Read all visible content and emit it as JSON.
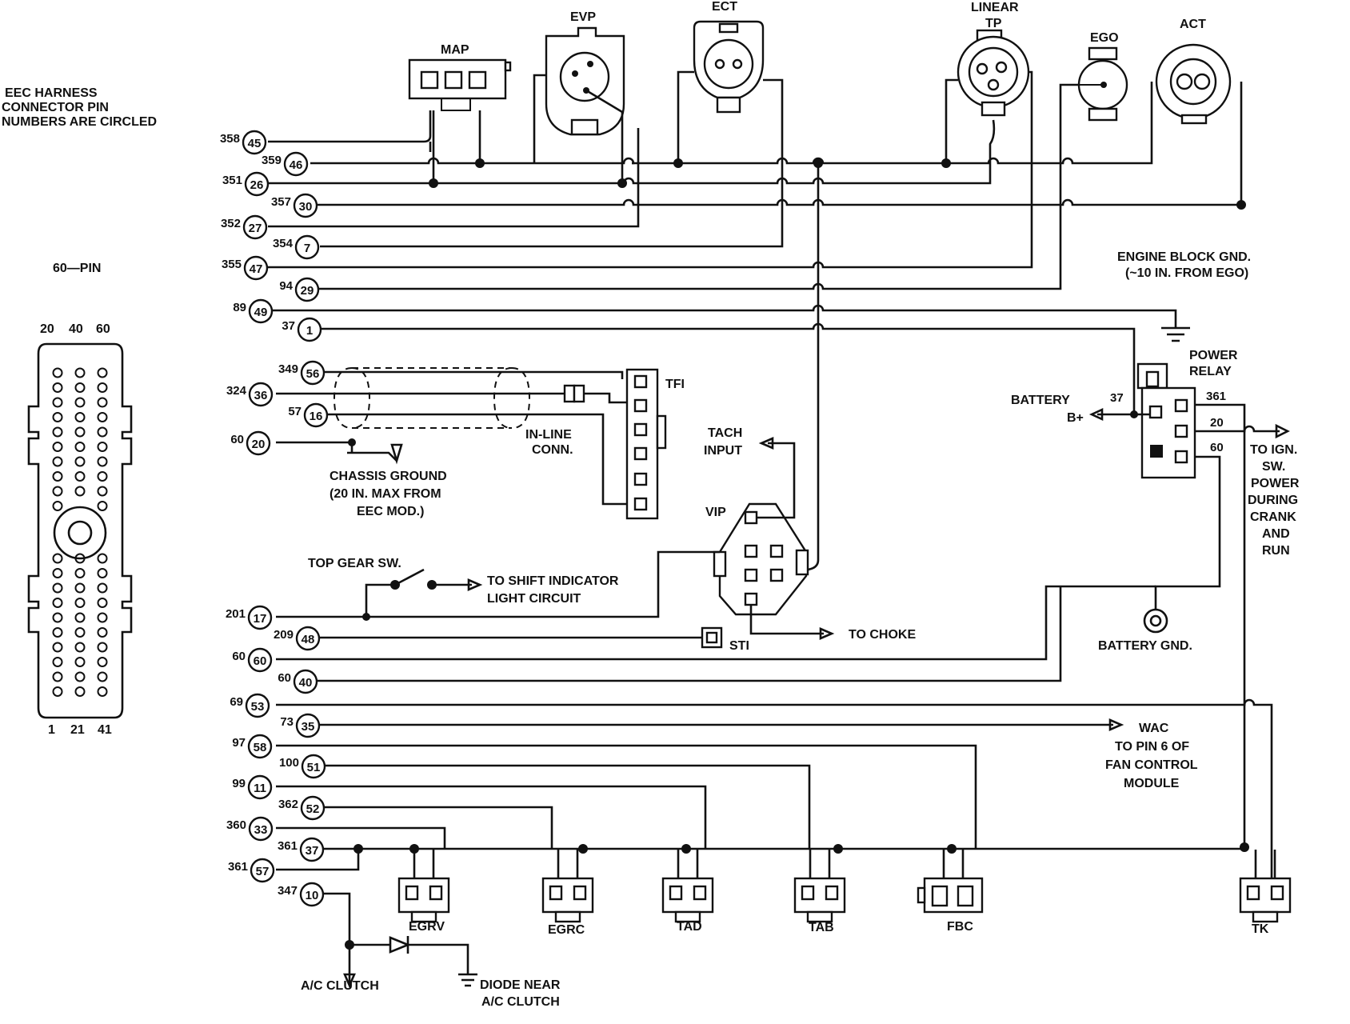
{
  "labels": {
    "note": [
      "EEC HARNESS",
      "CONNECTOR PIN",
      "NUMBERS ARE CIRCLED"
    ],
    "connector_type": "60—PIN",
    "connector_top": [
      "20",
      "40",
      "60"
    ],
    "connector_bottom": [
      "1",
      "21",
      "41"
    ],
    "engine_gnd": [
      "ENGINE BLOCK GND.",
      "(~10 IN. FROM EGO)"
    ],
    "power_relay": [
      "POWER",
      "RELAY"
    ],
    "battery": [
      "BATTERY",
      "B+"
    ],
    "to_ign": [
      "TO IGN.",
      "SW.",
      "POWER",
      "DURING",
      "CRANK",
      "AND",
      "RUN"
    ],
    "tach": [
      "TACH",
      "INPUT"
    ],
    "chassis": [
      "CHASSIS GROUND",
      "(20 IN. MAX FROM",
      "EEC MOD.)"
    ],
    "inline": [
      "IN-LINE",
      "CONN."
    ],
    "top_gear": "TOP GEAR SW.",
    "shift": [
      "TO SHIFT INDICATOR",
      "LIGHT CIRCUIT"
    ],
    "to_choke": "TO CHOKE",
    "battery_gnd": "BATTERY GND.",
    "wac": [
      "WAC",
      "TO PIN 6 OF",
      "FAN CONTROL",
      "MODULE"
    ],
    "ac_clutch": "A/C CLUTCH",
    "diode": [
      "DIODE NEAR",
      "A/C CLUTCH"
    ],
    "vip": "VIP",
    "sti": "STI",
    "tfi": "TFI"
  },
  "sensors": {
    "map": "MAP",
    "evp": "EVP",
    "ect": "ECT",
    "tp": [
      "LINEAR",
      "TP"
    ],
    "ego": "EGO",
    "act": "ACT"
  },
  "solenoids": [
    "EGRV",
    "EGRC",
    "TAD",
    "TAB",
    "FBC",
    "TK"
  ],
  "relay_pins": [
    "37",
    "361",
    "20",
    "60"
  ],
  "circuits": [
    {
      "wire": "358",
      "pin": "45"
    },
    {
      "wire": "359",
      "pin": "46"
    },
    {
      "wire": "351",
      "pin": "26"
    },
    {
      "wire": "357",
      "pin": "30"
    },
    {
      "wire": "352",
      "pin": "27"
    },
    {
      "wire": "354",
      "pin": "7"
    },
    {
      "wire": "355",
      "pin": "47"
    },
    {
      "wire": "94",
      "pin": "29"
    },
    {
      "wire": "89",
      "pin": "49"
    },
    {
      "wire": "37",
      "pin": "1"
    },
    {
      "wire": "349",
      "pin": "56"
    },
    {
      "wire": "324",
      "pin": "36"
    },
    {
      "wire": "57",
      "pin": "16"
    },
    {
      "wire": "60",
      "pin": "20"
    },
    {
      "wire": "201",
      "pin": "17"
    },
    {
      "wire": "209",
      "pin": "48"
    },
    {
      "wire": "60",
      "pin": "60"
    },
    {
      "wire": "60",
      "pin": "40"
    },
    {
      "wire": "69",
      "pin": "53"
    },
    {
      "wire": "73",
      "pin": "35"
    },
    {
      "wire": "97",
      "pin": "58"
    },
    {
      "wire": "100",
      "pin": "51"
    },
    {
      "wire": "99",
      "pin": "11"
    },
    {
      "wire": "362",
      "pin": "52"
    },
    {
      "wire": "360",
      "pin": "33"
    },
    {
      "wire": "361",
      "pin": "37"
    },
    {
      "wire": "361",
      "pin": "57"
    },
    {
      "wire": "347",
      "pin": "10"
    }
  ]
}
